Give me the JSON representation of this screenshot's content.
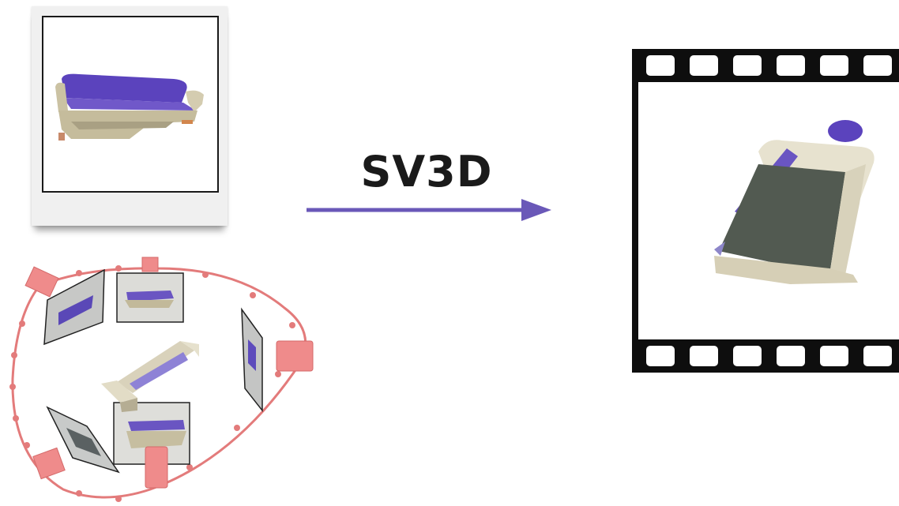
{
  "diagram": {
    "method_label": "SV3D",
    "colors": {
      "arrow": "#6a58b8",
      "sofa_cushion": "#6047bf",
      "sofa_frame": "#ccc5a8",
      "camera": "#ef8b8b",
      "orbit_path": "#e37b7b",
      "film": "#111111"
    },
    "icons": [
      "input-image-polaroid",
      "camera-orbit",
      "film-strip",
      "sofa"
    ]
  }
}
